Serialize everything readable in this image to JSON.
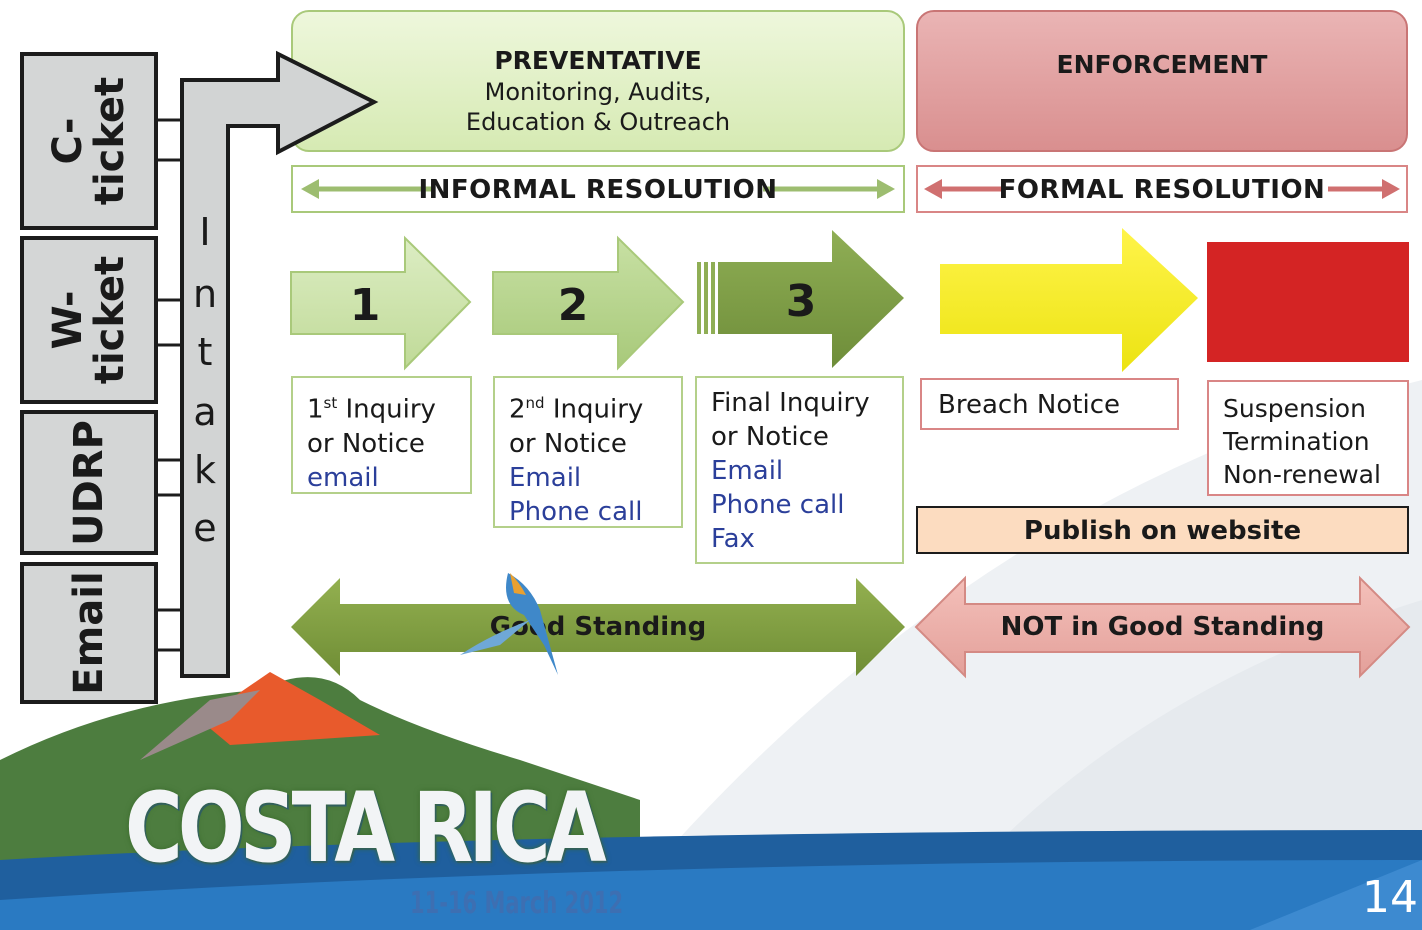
{
  "header": {
    "preventative": {
      "title": "PREVENTATIVE",
      "line1": "Monitoring,  Audits,",
      "line2": "Education & Outreach"
    },
    "enforcement": {
      "title": "ENFORCEMENT"
    }
  },
  "resolution": {
    "informal": "INFORMAL RESOLUTION",
    "formal": "FORMAL RESOLUTION"
  },
  "steps": {
    "s1": {
      "number": "1",
      "line1_num": "1",
      "line1_sup": "st",
      "line1_rest": " Inquiry",
      "line2": "or Notice",
      "channels": [
        "email"
      ]
    },
    "s2": {
      "number": "2",
      "line1_num": "2",
      "line1_sup": "nd",
      "line1_rest": " Inquiry",
      "line2": "or Notice",
      "channels": [
        "Email",
        "Phone call"
      ]
    },
    "s3": {
      "number": "3",
      "line1": "Final Inquiry",
      "line2": "or Notice",
      "channels": [
        "Email",
        "Phone call",
        "Fax"
      ]
    }
  },
  "enforcement_steps": {
    "breach": "Breach Notice",
    "outcomes": [
      "Suspension",
      "Termination",
      "Non-renewal"
    ],
    "publish": "Publish on website"
  },
  "standing": {
    "good": "Good Standing",
    "not_good": "NOT in Good Standing"
  },
  "intake": {
    "letters": [
      "I",
      "n",
      "t",
      "a",
      "k",
      "e"
    ],
    "sources": [
      {
        "line1": "C-",
        "line2": "ticket"
      },
      {
        "line1": "W-",
        "line2": "ticket"
      },
      {
        "line1": "UDRP",
        "line2": ""
      },
      {
        "line1": "Email",
        "line2": ""
      }
    ]
  },
  "footer": {
    "logo": "COSTA RICA",
    "dates": "11-16 March 2012",
    "slide_number": "14"
  },
  "colors": {
    "preventative_fill": "#e2f0c6",
    "enforcement_fill": "#e3a3a3",
    "step_light": "#cfe3b0",
    "step_mid": "#b9d590",
    "step_dark": "#7f9e45",
    "breach_yellow": "#f5ee1b",
    "final_red": "#d42424",
    "publish_fill": "#fcdcc0",
    "good_standing": "#7f9d3e",
    "not_good_standing": "#e8a8a3"
  }
}
